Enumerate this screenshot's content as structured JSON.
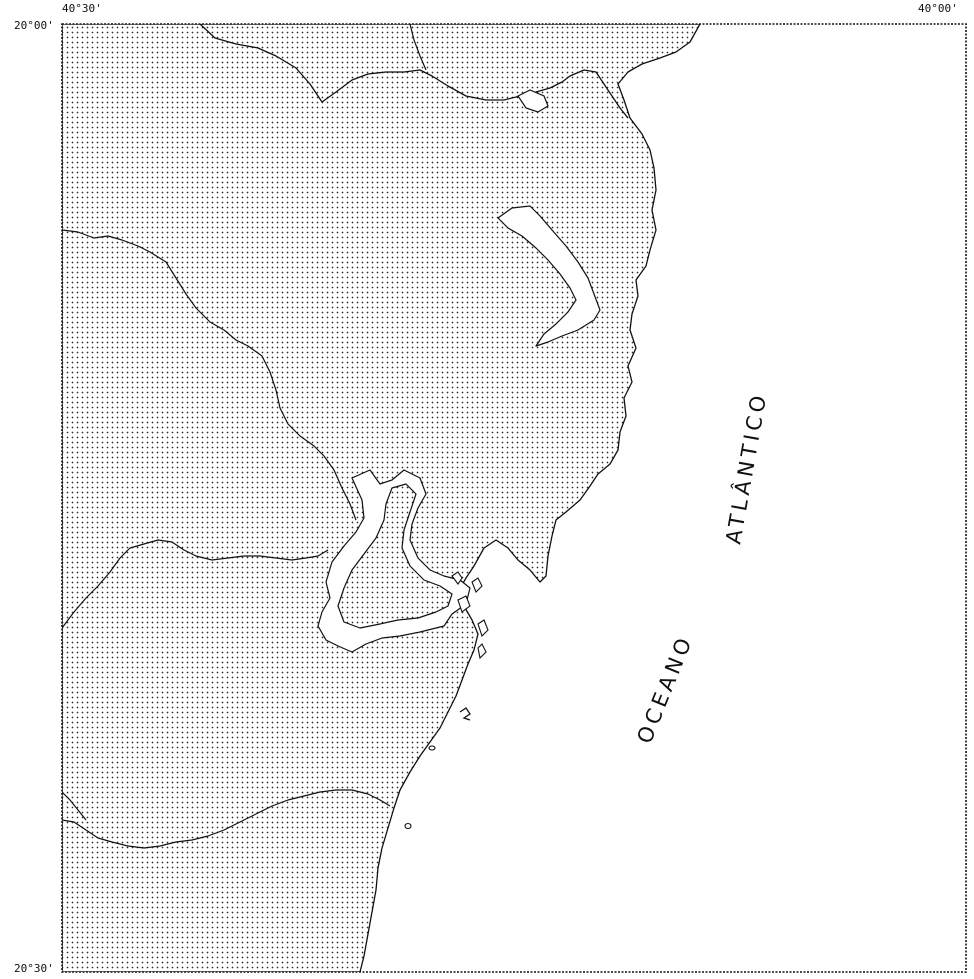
{
  "coords": {
    "lon_left": "40°30'",
    "lon_right": "40°00'",
    "lat_top": "20°00'",
    "lat_bottom": "20°30'"
  },
  "labels": {
    "ocean_word_1": "ATLÂNTICO",
    "ocean_word_2": "OCEANO"
  },
  "island_labels": {
    "island_1": "2"
  },
  "colors": {
    "land_dot": "#2a2a2a",
    "border": "#111111",
    "sea": "#ffffff"
  }
}
